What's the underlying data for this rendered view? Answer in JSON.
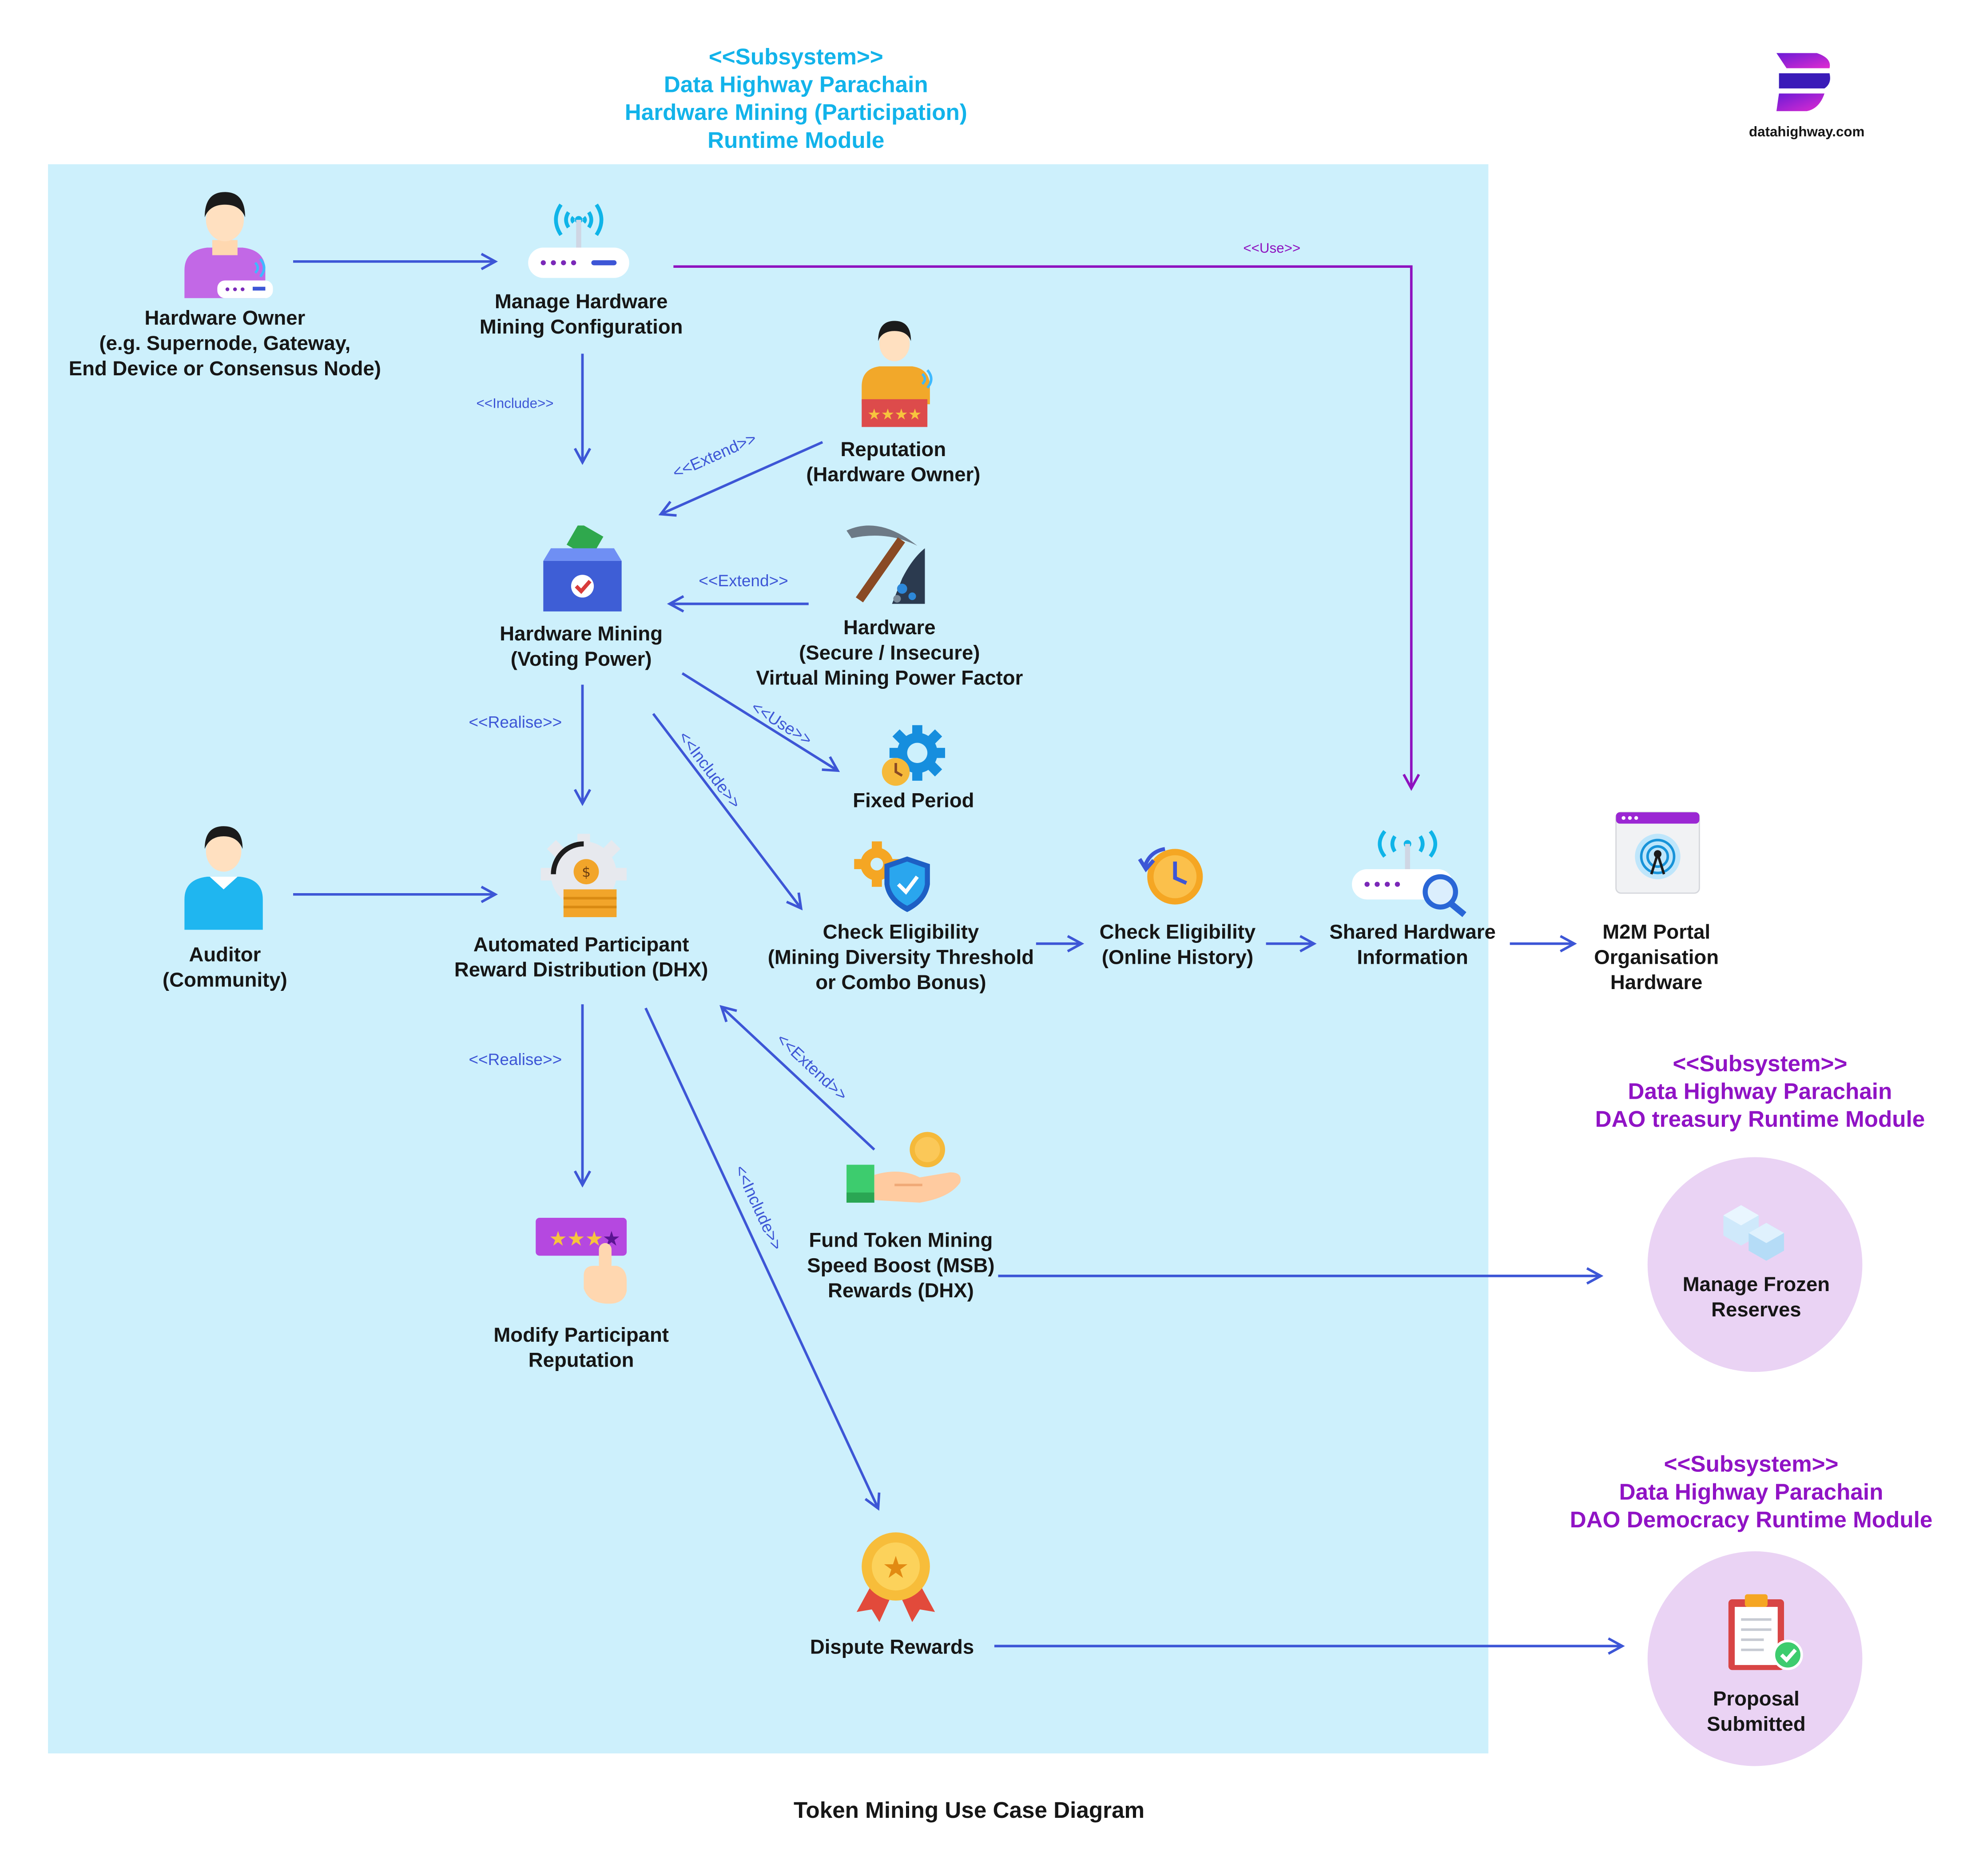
{
  "header": {
    "stereotype": "<<Subsystem>>",
    "line1": "Data Highway Parachain",
    "line2": "Hardware Mining (Participation)",
    "line3": "Runtime Module"
  },
  "logo": {
    "url_text": "datahighway.com"
  },
  "actors": {
    "hardware_owner": [
      "Hardware Owner",
      "(e.g. Supernode, Gateway,",
      "End Device or Consensus Node)"
    ],
    "auditor": [
      "Auditor",
      "(Community)"
    ],
    "reputation": [
      "Reputation",
      "(Hardware Owner)"
    ]
  },
  "use_cases": {
    "manage_config": [
      "Manage Hardware",
      "Mining Configuration"
    ],
    "hardware_mining": [
      "Hardware Mining",
      "(Voting Power)"
    ],
    "hardware_factor": [
      "Hardware",
      "(Secure / Insecure)",
      "Virtual Mining Power Factor"
    ],
    "fixed_period": [
      "Fixed Period"
    ],
    "auto_reward": [
      "Automated Participant",
      "Reward Distribution (DHX)"
    ],
    "check_diversity": [
      "Check Eligibility",
      "(Mining Diversity Threshold",
      "or Combo Bonus)"
    ],
    "check_online": [
      "Check Eligibility",
      "(Online History)"
    ],
    "shared_hw": [
      "Shared Hardware",
      "Information"
    ],
    "m2m": [
      "M2M Portal",
      "Organisation",
      "Hardware"
    ],
    "modify_rep": [
      "Modify Participant",
      "Reputation"
    ],
    "fund_msb": [
      "Fund Token Mining",
      "Speed Boost (MSB)",
      "Rewards (DHX)"
    ],
    "dispute": [
      "Dispute Rewards"
    ],
    "frozen": [
      "Manage Frozen",
      "Reserves"
    ],
    "proposal": [
      "Proposal",
      "Submitted"
    ]
  },
  "treasury_header": {
    "stereotype": "<<Subsystem>>",
    "line1": "Data Highway Parachain",
    "line2": "DAO treasury Runtime Module"
  },
  "democracy_header": {
    "stereotype": "<<Subsystem>>",
    "line1": "Data Highway Parachain",
    "line2": "DAO Democracy Runtime Module"
  },
  "relations": {
    "use_top": "<<Use>>",
    "include_1": "<<Include>>",
    "extend_rep": "<<Extend>>",
    "extend_hw": "<<Extend>>",
    "realise_1": "<<Realise>>",
    "use_fixed": "<<Use>>",
    "include_check": "<<Include>>",
    "realise_2": "<<Realise>>",
    "extend_fund": "<<Extend>>",
    "include_dispute": "<<Include>>"
  },
  "caption": "Token Mining Use Case Diagram",
  "colors": {
    "subsystem_bg": "#cdf0fc",
    "header_cyan": "#12b3ea",
    "header_purple": "#9013c5",
    "arrow_blue": "#3d56d6",
    "arrow_purple": "#8e12bf",
    "circle_fill": "#ead3f4"
  }
}
